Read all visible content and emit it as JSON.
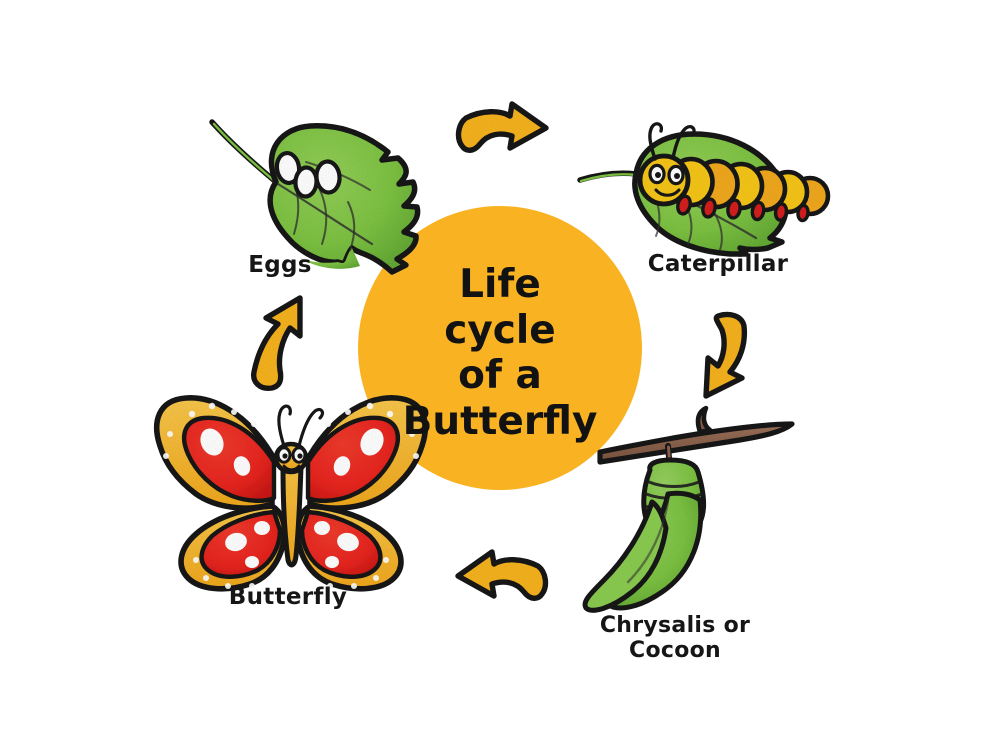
{
  "poster": {
    "title_lines": "Life\ncycle\nof a\nButterfly",
    "background_color": "#ffffff",
    "center_circle_color": "#F9B322"
  },
  "colors": {
    "amber": "#F9B322",
    "arrow_fill": "#F5B21C",
    "leaf_green": "#7DC242",
    "leaf_green_dark": "#63A833",
    "caterpillar_yellow": "#F5C518",
    "caterpillar_orange": "#F0A81E",
    "caterpillar_leg_red": "#D42020",
    "butterfly_red": "#E8251F",
    "butterfly_gold": "#F0B429",
    "branch_brown": "#8B6048",
    "chrysalis_green": "#7CC242",
    "outline_black": "#141414",
    "egg_white": "#FFFFFF"
  },
  "stages": [
    {
      "id": "eggs",
      "label": "Eggs",
      "icon": "leaf-with-eggs-icon",
      "egg_count": 3,
      "position": "top-left"
    },
    {
      "id": "caterpillar",
      "label": "Caterpillar",
      "icon": "caterpillar-on-leaf-icon",
      "position": "top-right"
    },
    {
      "id": "chrysalis",
      "label": "Chrysalis or\nCocoon",
      "icon": "chrysalis-on-branch-icon",
      "position": "bottom-right"
    },
    {
      "id": "butterfly",
      "label": "Butterfly",
      "icon": "butterfly-icon",
      "position": "bottom-left"
    }
  ],
  "arrows": [
    {
      "id": "arrow-eggs-to-caterpillar",
      "direction": "right",
      "position": "top"
    },
    {
      "id": "arrow-caterpillar-to-chrysalis",
      "direction": "down",
      "position": "right"
    },
    {
      "id": "arrow-chrysalis-to-butterfly",
      "direction": "left",
      "position": "bottom"
    },
    {
      "id": "arrow-butterfly-to-eggs",
      "direction": "up",
      "position": "left"
    }
  ]
}
